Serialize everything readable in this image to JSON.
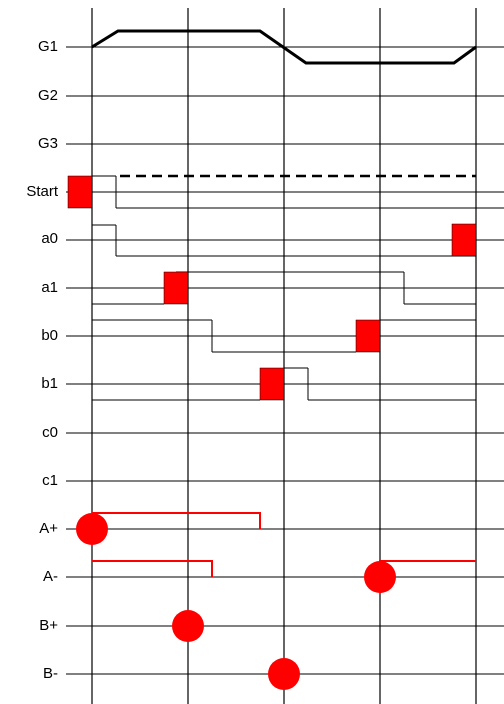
{
  "diagram": {
    "title": "",
    "rows": [
      {
        "label": "G1"
      },
      {
        "label": "G2"
      },
      {
        "label": "G3"
      },
      {
        "label": "Start"
      },
      {
        "label": "a0"
      },
      {
        "label": "a1"
      },
      {
        "label": "b0"
      },
      {
        "label": "b1"
      },
      {
        "label": "c0"
      },
      {
        "label": "c1"
      },
      {
        "label": "A+"
      },
      {
        "label": "A-"
      },
      {
        "label": "B+"
      },
      {
        "label": "B-"
      }
    ],
    "steps": 5,
    "colors": {
      "line": "#000000",
      "signal": "#ff0000"
    },
    "icons": {
      "sensor": "red-square",
      "actuator": "red-circle"
    }
  }
}
